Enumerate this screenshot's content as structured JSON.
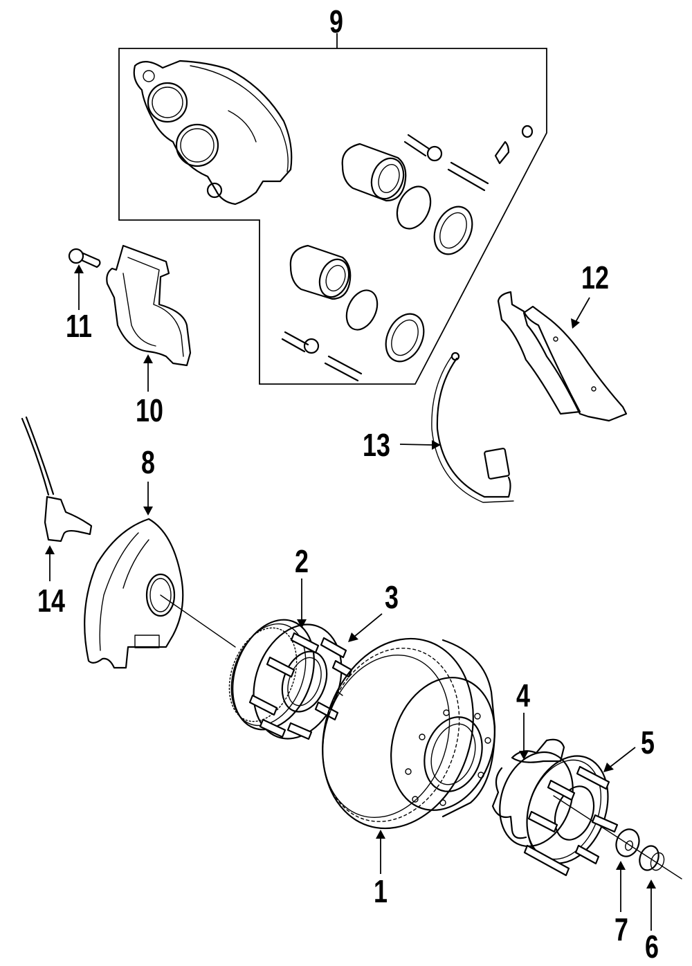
{
  "diagram": {
    "type": "exploded parts diagram",
    "subject": "Front brake / wheel hub assembly",
    "line_color": "#000000",
    "background_color": "#ffffff",
    "callouts": [
      {
        "id": "1",
        "label": "1",
        "part": "brake-rotor"
      },
      {
        "id": "2",
        "label": "2",
        "part": "hub-assembly"
      },
      {
        "id": "3",
        "label": "3",
        "part": "hub-wheel-stud"
      },
      {
        "id": "4",
        "label": "4",
        "part": "rear-hub-bearing-assembly"
      },
      {
        "id": "5",
        "label": "5",
        "part": "wheel-stud"
      },
      {
        "id": "6",
        "label": "6",
        "part": "axle-nut"
      },
      {
        "id": "7",
        "label": "7",
        "part": "washer"
      },
      {
        "id": "8",
        "label": "8",
        "part": "splash-shield"
      },
      {
        "id": "9",
        "label": "9",
        "part": "caliper-kit-group"
      },
      {
        "id": "10",
        "label": "10",
        "part": "caliper-bracket"
      },
      {
        "id": "11",
        "label": "11",
        "part": "bracket-bolt"
      },
      {
        "id": "12",
        "label": "12",
        "part": "brake-pads"
      },
      {
        "id": "13",
        "label": "13",
        "part": "pad-wear-sensor"
      },
      {
        "id": "14",
        "label": "14",
        "part": "abs-wheel-speed-sensor"
      }
    ]
  }
}
